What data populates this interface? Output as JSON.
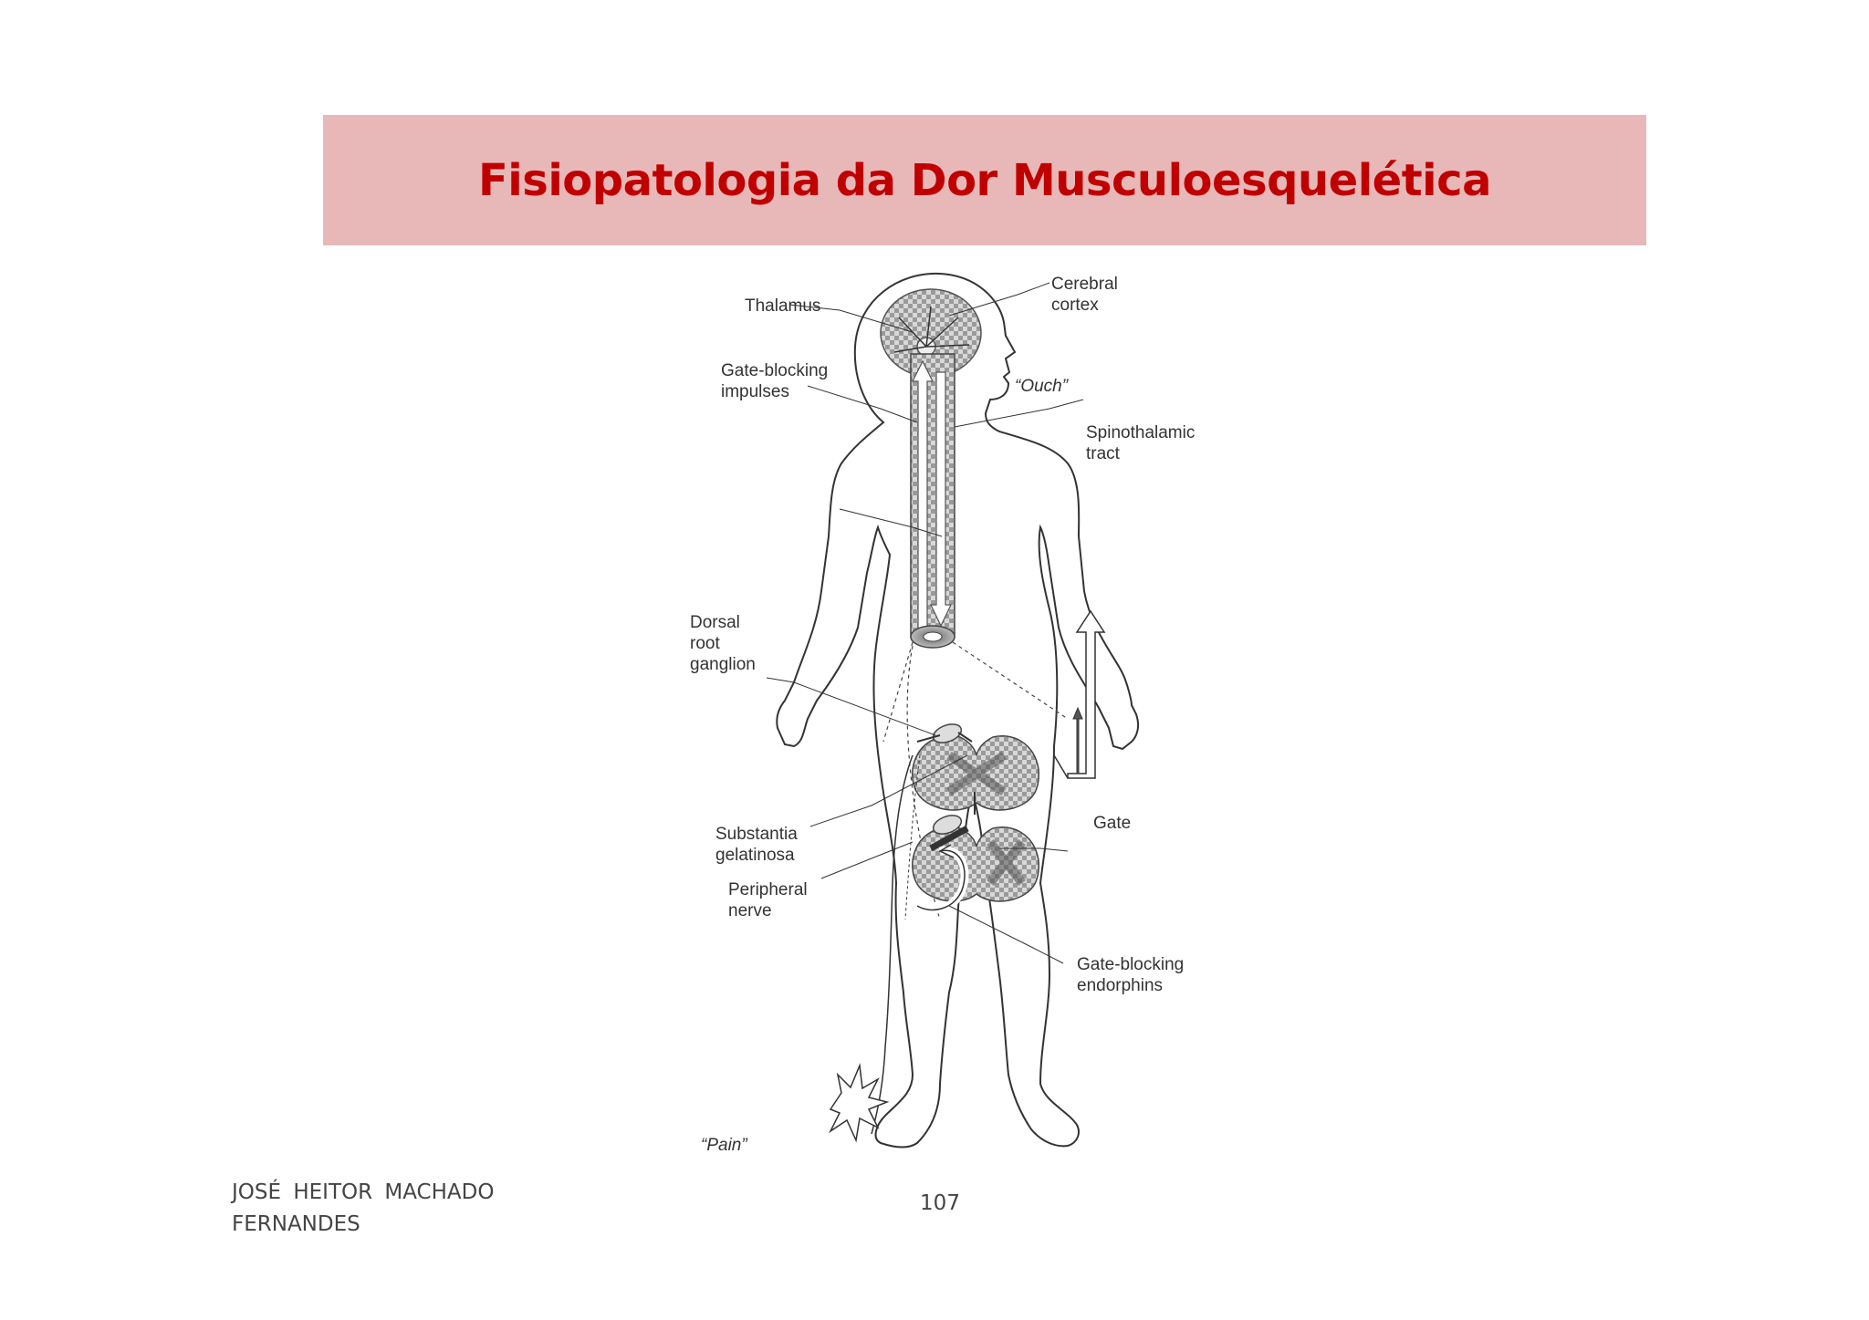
{
  "slide": {
    "title": "Fisiopatologia da Dor Musculoesquelética",
    "author": "JOSÉ  HEITOR  MACHADO FERNANDES",
    "page_number": "107",
    "colors": {
      "title_band": "#e8b8b8",
      "title_text": "#c00000"
    }
  },
  "diagram": {
    "labels": {
      "thalamus": "Thalamus",
      "cerebral_cortex_1": "Cerebral",
      "cerebral_cortex_2": "cortex",
      "gate_blocking_impulses_1": "Gate-blocking",
      "gate_blocking_impulses_2": "impulses",
      "ouch": "“Ouch”",
      "spinothalamic_1": "Spinothalamic",
      "spinothalamic_2": "tract",
      "dorsal_1": "Dorsal",
      "dorsal_2": "root",
      "dorsal_3": "ganglion",
      "gate": "Gate",
      "substantia_1": "Substantia",
      "substantia_2": "gelatinosa",
      "peripheral_1": "Peripheral",
      "peripheral_2": "nerve",
      "endorphins_1": "Gate-blocking",
      "endorphins_2": "endorphins",
      "pain": "“Pain”"
    }
  }
}
